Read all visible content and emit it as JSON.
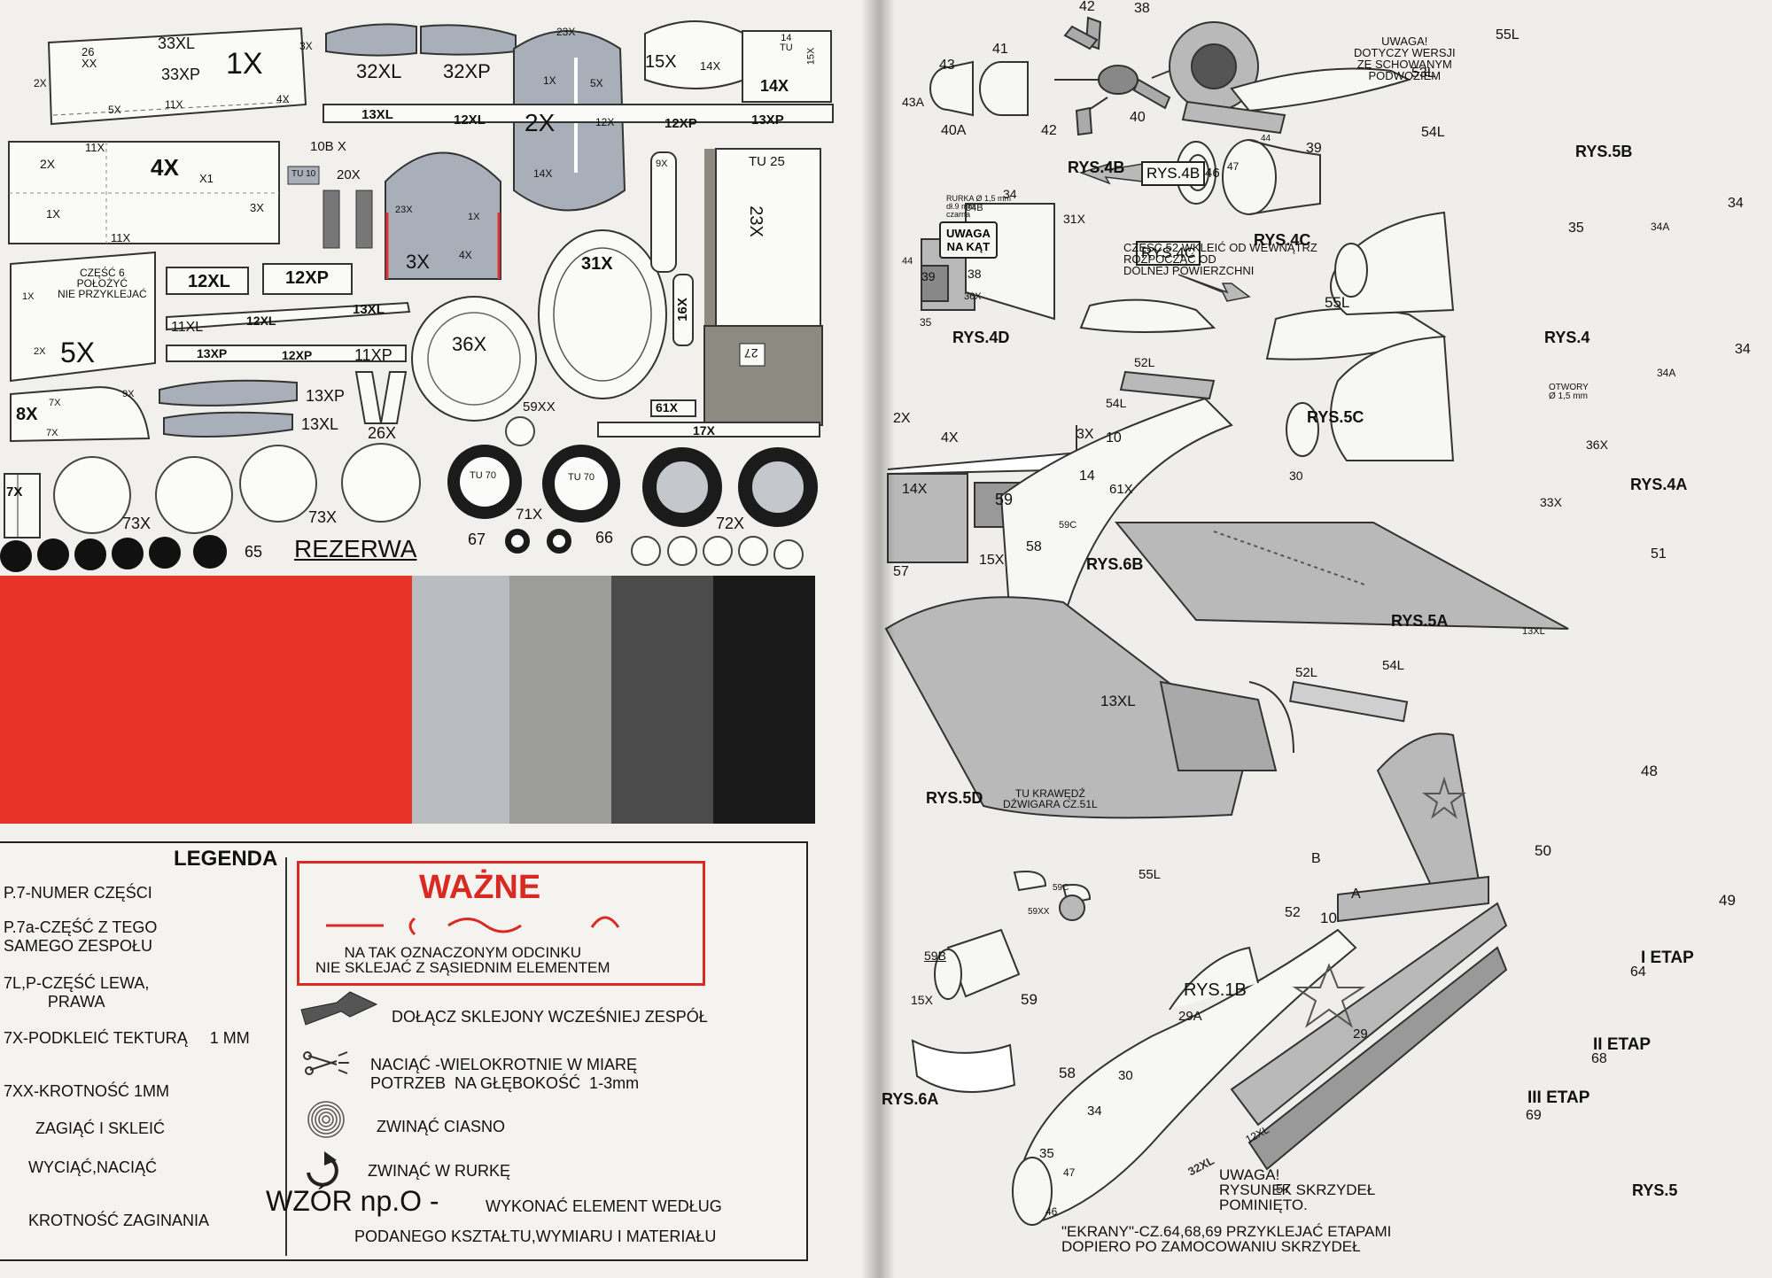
{
  "colors": {
    "red": "#e83428",
    "light_gray": "#b9bcc1",
    "mid_gray": "#9c9c9a",
    "dark_gray": "#4b4b4b",
    "black": "#1a1a1a",
    "part_gray": "#a9afb8"
  },
  "left_sheet": {
    "parts": {
      "p1x": "1X",
      "p33xl": "33XL",
      "p33xp": "33XP",
      "p26xx": "26\nXX",
      "p3x": "3X",
      "p2x": "2X",
      "p4x_a": "4X",
      "p5x_small": "5X",
      "p11x_small": "11X",
      "p32xl": "32XL",
      "p32xp": "32XP",
      "p23x_top": "23X",
      "p1x_b": "1X",
      "p5x_b": "5X",
      "p2x_big": "2X",
      "p12x": "12X",
      "p14x": "14X",
      "p15x": "15X",
      "p14x_tu": "14X",
      "p14_tu": "14\nTU",
      "p14x_box": "14X",
      "p15x_side": "15X",
      "p13xl": "13XL",
      "p12xl": "12XL",
      "p12xp": "12XP",
      "p13xp": "13XP",
      "p4x_big": "4X",
      "p2x_side": "2X",
      "p1x_side": "1X",
      "p11x": "11X",
      "p3x_side": "3X",
      "p11_top": "11X",
      "p1x_mid": "X1",
      "p10b": "10B X",
      "tu10": "TU 10",
      "p20x": "20X",
      "p23x_hood": "23X",
      "p1x_hood": "1X",
      "p3x_big": "3X",
      "p4x_hood": "4X",
      "p9x": "9X",
      "tu25": "TU 25",
      "p23x_panel": "23X",
      "p16x": "16X",
      "p27": "27",
      "p31x": "31X",
      "p6_note": "CZĘŚĆ 6\nPOŁOŻYĆ\nNIE PRZYKLEJAĆ",
      "p5x_big": "5X",
      "p1x_p6": "1X",
      "p2x_p6": "2X",
      "p12xl_box": "12XL",
      "p12xp_box": "12XP",
      "p13xl_strip": "13XL",
      "p11xl": "11XL",
      "p12xl_strip": "12XL",
      "p13xp_strip": "13XP",
      "p12xp_strip": "12XP",
      "p11xp": "11XP",
      "p8x": "8X",
      "p7x_a": "7X",
      "p7x_b": "7X",
      "p9x_b": "9X",
      "p13xp_part": "13XP",
      "p13xl_part": "13XL",
      "p26x": "26X",
      "p36x": "36X",
      "p59xx": "59XX",
      "p61x": "61X",
      "p17x": "17X",
      "p7x_tab": "7X",
      "p73x_a": "73X",
      "p73x_b": "73X",
      "tu70_a": "TU 70",
      "tu70_b": "TU 70",
      "p71x": "71X",
      "p72x": "72X",
      "p65": "65",
      "p67": "67",
      "p66": "66",
      "rezerwa": "REZERWA"
    },
    "legend": {
      "title": "LEGENDA",
      "items": [
        "P.7-NUMER CZĘŚCI",
        "P.7a-CZĘŚĆ Z TEGO\nSAMEGO ZESPOŁU",
        "7L,P-CZĘŚĆ LEWA,\nPRAWA",
        "7X-PODKLEIĆ TEKTURĄ     1 MM",
        "7XX-KROTNOŚĆ 1MM",
        "ZAGIĄĆ I SKLEIĆ",
        "WYCIĄĆ,NACIĄĆ",
        "KROTNOŚĆ ZAGINANIA"
      ],
      "wazne_title": "WAŻNE",
      "wazne_text": "NA TAK OZNACZONYM ODCINKU\nNIE SKLEJAĆ Z SĄSIEDNIM ELEMENTEM",
      "symbols": [
        "DOŁĄCZ SKLEJONY WCZEŚNIEJ  ZESPÓŁ",
        "NACIĄĆ -WIELOKROTNIE W MIARĘ\nPOTRZEB  NA GŁĘBOKOŚĆ  1-3mm",
        "ZWINĄĆ CIASNO",
        "ZWINĄĆ W RURKĘ"
      ],
      "wzor_label": "WZÓR np.O -",
      "wzor_text": "WYKONAĆ ELEMENT WEDŁUG",
      "wzor_text2": "PODANEGO KSZTAŁTU,WYMIARU I MATERIAŁU"
    }
  },
  "right_sheet": {
    "figures": {
      "rys4b": "RYS.4B",
      "rys4c": "RYS.4C",
      "rys4d": "RYS.4D",
      "rys4": "RYS.4",
      "rys4a": "RYS.4A",
      "rys5b": "RYS.5B",
      "rys5c": "RYS.5C",
      "rys5a": "RYS.5A",
      "rys5d": "RYS.5D",
      "rys5": "RYS.5",
      "rys6b": "RYS.6B",
      "rys6a": "RYS.6A",
      "rys1b": "RYS.1B",
      "rys4b_tag": "RYS.4B",
      "rys4c_tag": "RYS.4C"
    },
    "labels": {
      "l42a": "42",
      "l38": "38",
      "l41": "41",
      "l43": "43",
      "l43a": "43A",
      "l40a": "40A",
      "l42b": "42",
      "l40": "40",
      "l44": "44",
      "l46": "46",
      "l47": "47",
      "l39": "39",
      "rurka": "RURKA Ø 1,5 mm\ndł.9 mm\nczarna",
      "l34_4d": "34",
      "l34b": "34B",
      "l31x": "31X",
      "l44_4d": "44",
      "l39_4d": "39",
      "l38_4d": "38",
      "l36x_4d": "36X",
      "l35_4d": "35",
      "uwaga_kat": "UWAGA\nNA KĄT",
      "czesc52": "CZĘŚĆ 52 WKLEIĆ OD WEWNĄTRZ\nROZPOCZĄĆ OD\nDOLNEJ POWIERZCHNI",
      "l55l_5c": "55L",
      "l52l_5c": "52L",
      "l54l_5c": "54L",
      "l55l_5b": "55L",
      "l53l": "53L",
      "l54l_5b": "54L",
      "uwaga_5b": "UWAGA!\nDOTYCZY WERSJI\nZE SCHOWANYM\nPODWOZIEM",
      "l35_4": "35",
      "l34a_4": "34A",
      "l34_4": "34",
      "otwory": "OTWORY\nØ 1,5 mm",
      "l34a_4a": "34A",
      "l34_4a": "34",
      "l36x_4a": "36X",
      "l2x_6b": "2X",
      "l4x_6b": "4X",
      "l3x_6b": "3X",
      "l10_6b": "10",
      "l14_6b": "14",
      "l61x": "61X",
      "l14x_6b": "14X",
      "l59_6b": "59",
      "l59c_6b": "59C",
      "l15x_6b": "15X",
      "l58_6b": "58",
      "l57_6b": "57",
      "l30_5a": "30",
      "l33x": "33X",
      "l51": "51",
      "l13xl_5a": "13XL",
      "l13xl_5d": "13XL",
      "l52l_5d": "52L",
      "l54l_5d": "54L",
      "tu_krawedz": "TU KRAWĘDŹ\nDŹWIGARA CZ.51L",
      "l55l_5d": "55L",
      "lb": "B",
      "la": "A",
      "l52_5d": "52",
      "l48": "48",
      "l50": "50",
      "l49": "49",
      "l10_5": "10",
      "l64": "64",
      "l68": "68",
      "l69": "69",
      "etap1": "I ETAP",
      "etap2": "II ETAP",
      "etap3": "III ETAP",
      "l59c": "59C",
      "l59xx": "59XX",
      "l59b": "59B",
      "l15x_6a": "15X",
      "l59_6a": "59",
      "l58_6a": "58",
      "l29a": "29A",
      "l29": "29",
      "l30_5": "30",
      "l34_5": "34",
      "l35_5": "35",
      "l47_5": "47",
      "l46_5": "46",
      "l57_5": "57",
      "l32xl_5": "32XL",
      "l12xl_5": "12XL",
      "uwaga_rysunek": "UWAGA!\nRYSUNEK SKRZYDEŁ\nPOMINIĘTO.",
      "ekrany": "\"EKRANY\"-CZ.64,68,69 PRZYKLEJAĆ ETAPAMI\nDOPIERO PO ZAMOCOWANIU SKRZYDEŁ"
    }
  }
}
